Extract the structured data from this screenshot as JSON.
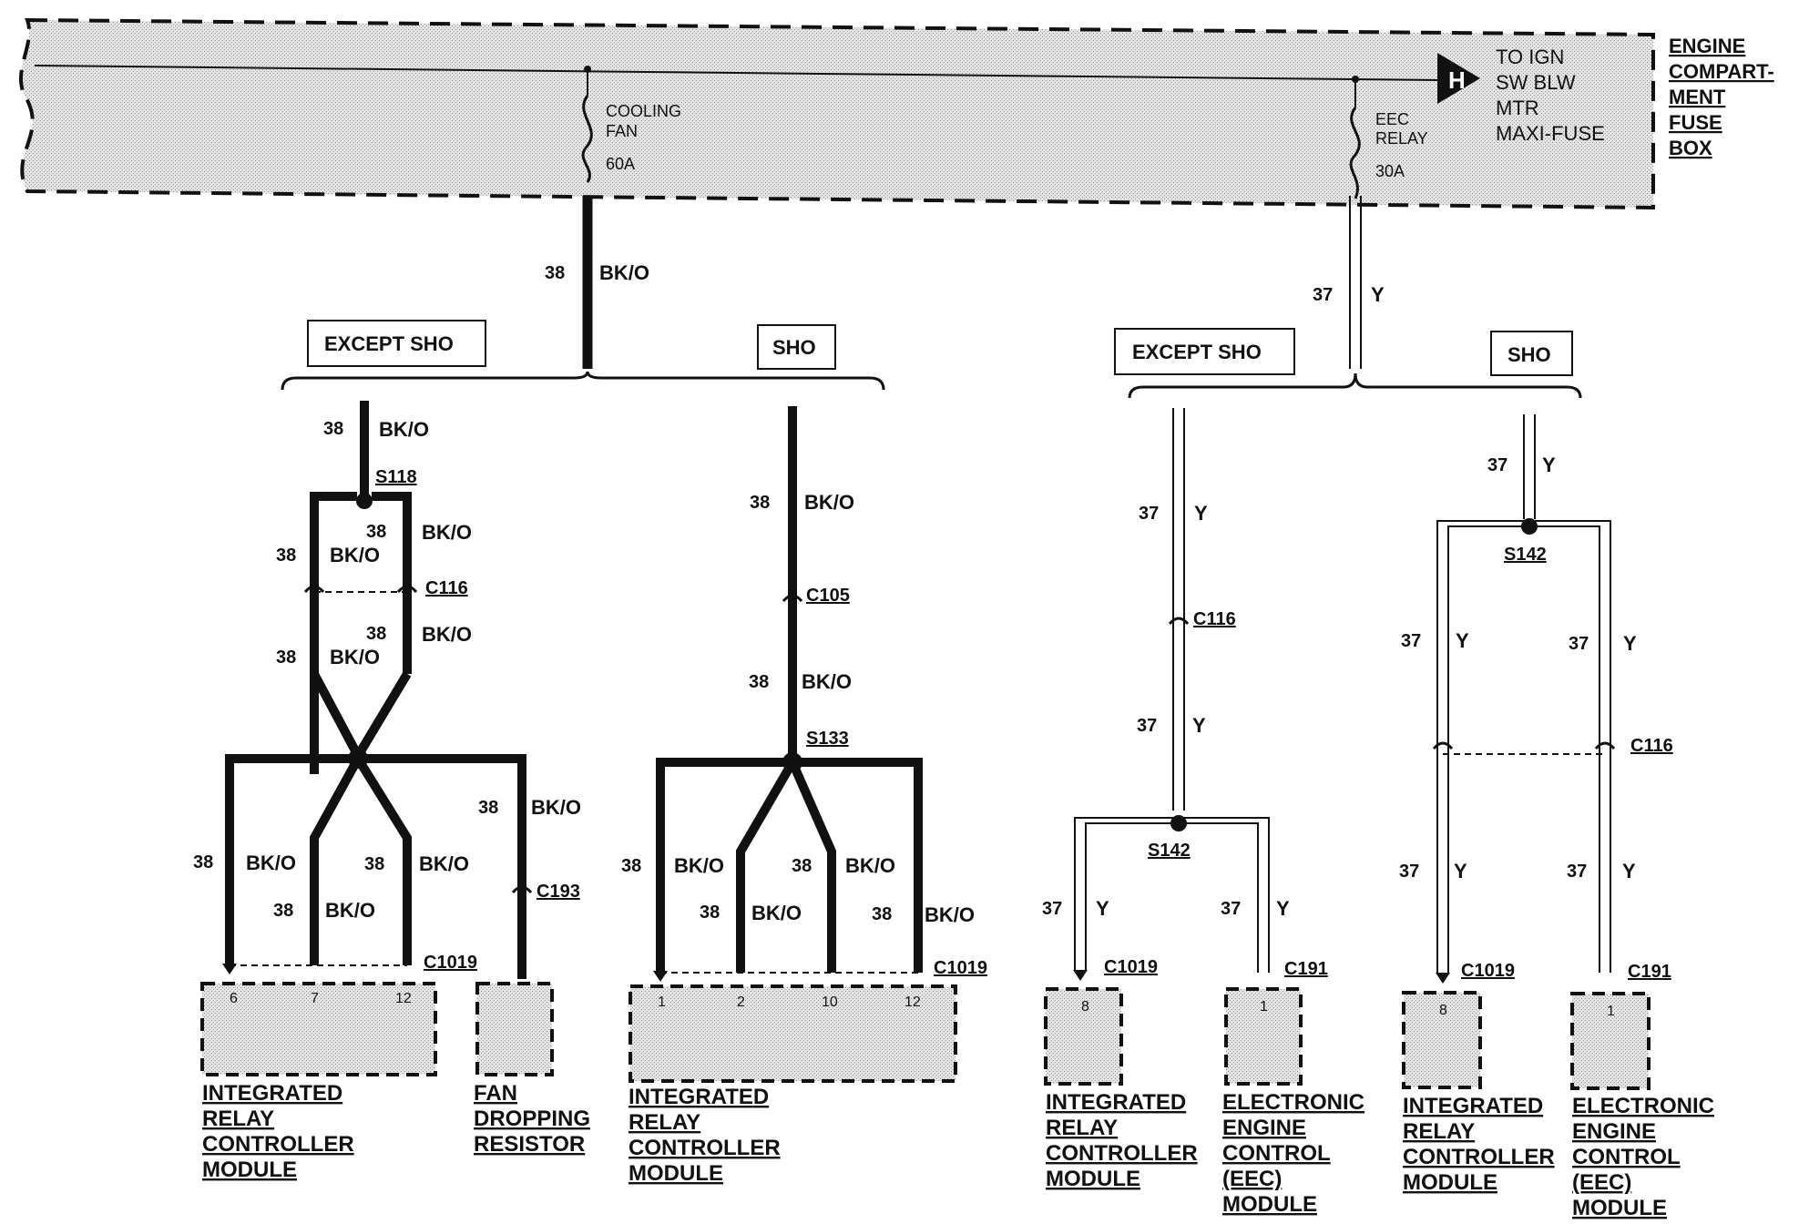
{
  "fuse_box": {
    "label_lines": [
      "ENGINE",
      "COMPART-",
      "MENT",
      "FUSE",
      "BOX"
    ],
    "feed_symbol": "H",
    "feed_lines": [
      "TO IGN",
      "SW BLW",
      "MTR",
      "MAXI-FUSE"
    ],
    "fuse_cooling_fan": [
      "COOLING",
      "FAN",
      "60A"
    ],
    "fuse_eec_relay": [
      "EEC",
      "RELAY",
      "30A"
    ]
  },
  "wires": {
    "bko_circuit": "38",
    "bko_color": "BK/O",
    "y_circuit": "37",
    "y_color": "Y"
  },
  "variants": {
    "except_sho": "EXCEPT SHO",
    "sho": "SHO"
  },
  "connectors": {
    "s118": "S118",
    "c116": "C116",
    "c105": "C105",
    "s133": "S133",
    "c193": "C193",
    "c1019": "C1019",
    "s142": "S142",
    "c191": "C191"
  },
  "pins": {
    "ircm_except_sho_bko": [
      "6",
      "7",
      "12"
    ],
    "ircm_sho_bko": [
      "1",
      "2",
      "10",
      "12"
    ],
    "ircm_y": "8",
    "eec_y": "1"
  },
  "modules": {
    "ircm": [
      "INTEGRATED",
      "RELAY",
      "CONTROLLER",
      "MODULE"
    ],
    "fan_resistor": [
      "FAN",
      "DROPPING",
      "RESISTOR"
    ],
    "eec": [
      "ELECTRONIC",
      "ENGINE",
      "CONTROL",
      "(EEC)",
      "MODULE"
    ]
  },
  "colors": {
    "ink": "#111111",
    "stipple": "#d9d9d9"
  }
}
